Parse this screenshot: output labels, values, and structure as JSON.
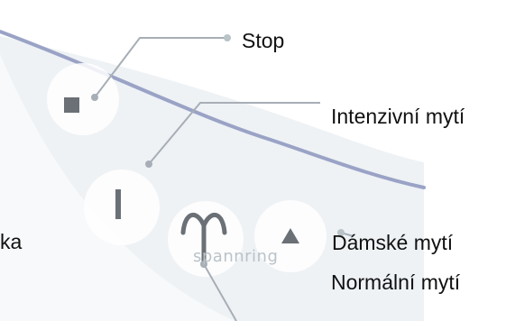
{
  "callouts": {
    "stop": "Stop",
    "intensive": "Intenzivní mytí",
    "ladies": "Dámské mytí",
    "normal": "Normální mytí",
    "partial_left": "ka"
  },
  "panel": {
    "brand_mark": "spannring"
  },
  "colors": {
    "panel_bg": "#eef2f5",
    "arc_line": "#9aa3c6",
    "leader": "#a7aeb6",
    "button_bg": "#ffffff",
    "symbol": "#6a7075"
  },
  "icons": [
    "stop-square-icon",
    "intensive-bar-icon",
    "normal-arc-icon",
    "ladies-triangle-icon"
  ]
}
